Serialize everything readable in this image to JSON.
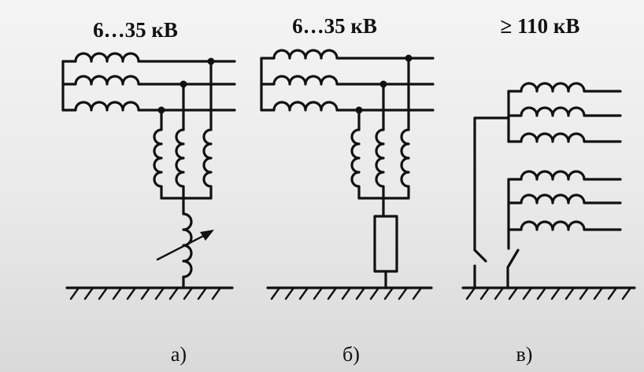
{
  "diagrams": [
    {
      "id": "a",
      "header": "6…35 кВ",
      "caption": "а)"
    },
    {
      "id": "b",
      "header": "6…35 кВ",
      "caption": "б)"
    },
    {
      "id": "c",
      "header": "≥ 110 кВ",
      "caption": "в)"
    }
  ]
}
